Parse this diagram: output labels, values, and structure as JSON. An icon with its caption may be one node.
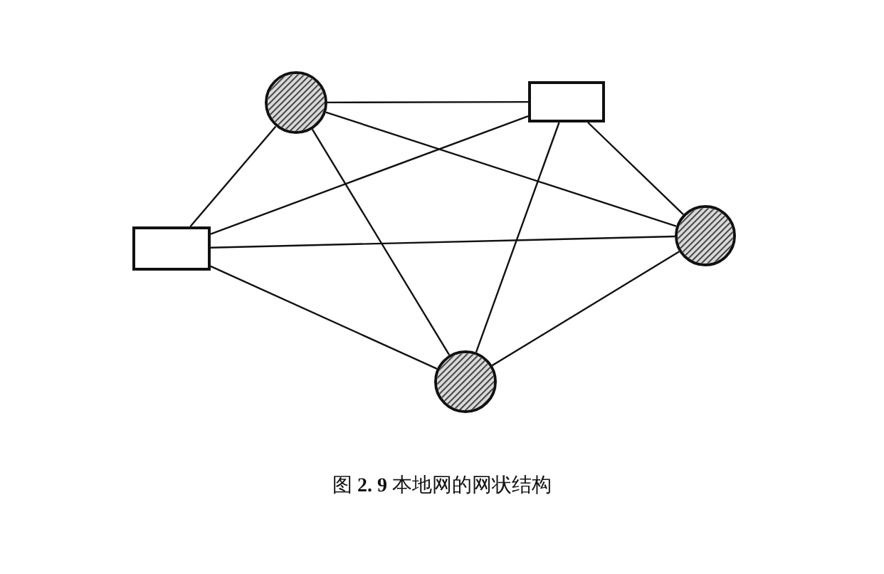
{
  "diagram": {
    "caption": "图 **2. 9** 本地网的网状结构",
    "nodes": [
      {
        "text": [],
        "shape": "circle"
      },
      {
        "text": [],
        "shape": "box"
      },
      {
        "text": [],
        "shape": "box"
      },
      {
        "text": [],
        "shape": "circle"
      },
      {
        "text": [],
        "shape": "circle"
      }
    ],
    "edges": [
      {
        "from": 0,
        "to": 1,
        "arrow": "none"
      },
      {
        "from": 0,
        "to": 2,
        "arrow": "none"
      },
      {
        "from": 0,
        "to": 3,
        "arrow": "none"
      },
      {
        "from": 0,
        "to": 4,
        "arrow": "none"
      },
      {
        "from": 1,
        "to": 2,
        "arrow": "none"
      },
      {
        "from": 1,
        "to": 3,
        "arrow": "none"
      },
      {
        "from": 1,
        "to": 4,
        "arrow": "none"
      },
      {
        "from": 2,
        "to": 3,
        "arrow": "none"
      },
      {
        "from": 2,
        "to": 4,
        "arrow": "none"
      },
      {
        "from": 3,
        "to": 4,
        "arrow": "none"
      }
    ]
  }
}
